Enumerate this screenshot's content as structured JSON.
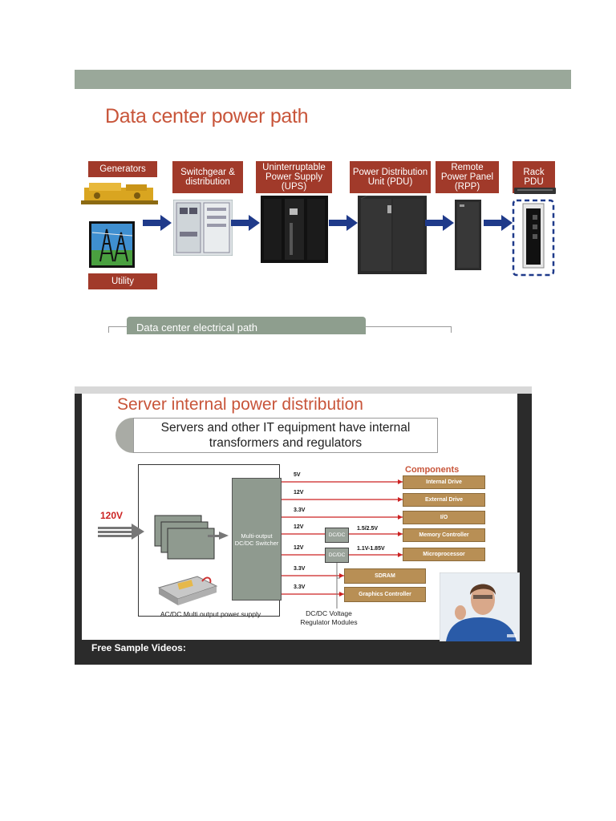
{
  "slide1": {
    "title": "Data center power path",
    "stages": [
      {
        "label": "Generators"
      },
      {
        "label": "Switchgear & distribution"
      },
      {
        "label": "Uninterruptable Power Supply (UPS)"
      },
      {
        "label": "Power Distribution Unit (PDU)"
      },
      {
        "label": "Remote Power Panel (RPP)"
      },
      {
        "label": "Rack PDU"
      }
    ],
    "utility_label": "Utility",
    "caption": "Data center electrical path"
  },
  "slide2": {
    "title": "Server internal power distribution",
    "subtitle": "Servers and other IT equipment have internal transformers and regulators",
    "input_voltage": "120V",
    "switcher_label": "Multi-output DC/DC Switcher",
    "components_heading": "Components",
    "voltages": [
      "5V",
      "12V",
      "3.3V",
      "12V",
      "12V",
      "3.3V",
      "3.3V"
    ],
    "sub_voltages": [
      "1.5/2.5V",
      "1.1V-1.85V"
    ],
    "dcdc_label": "DC/DC",
    "components": [
      "Internal Drive",
      "External Drive",
      "I/O",
      "Memory Controller",
      "Microprocessor",
      "SDRAM",
      "Graphics Controller"
    ],
    "psu_caption": "AC/DC Multi output power supply",
    "regulator_caption": "DC/DC Voltage Regulator Modules",
    "footer": "Free Sample Videos:"
  },
  "colors": {
    "title": "#c8553a",
    "label_bg": "#a13a2a",
    "arrow": "#1f3a8a",
    "wire": "#cc2222",
    "component": "#b88f55"
  }
}
